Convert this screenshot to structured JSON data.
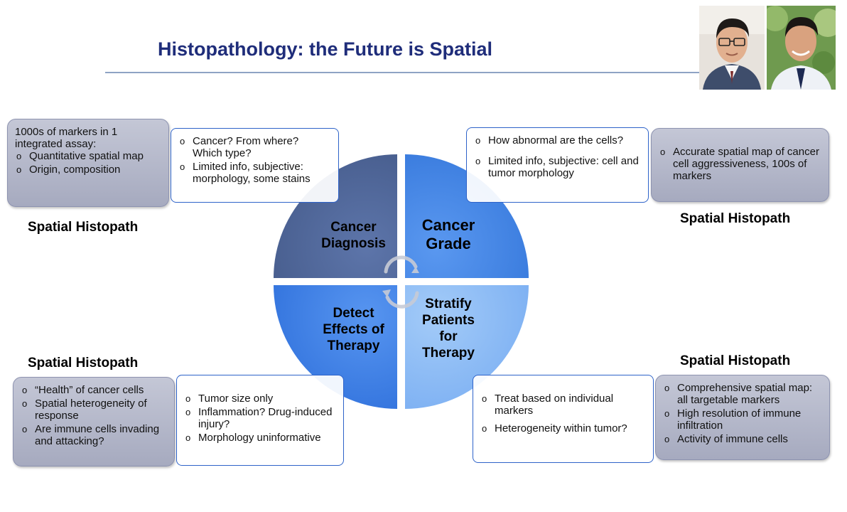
{
  "slide": {
    "title": "Histopathology: the Future is Spatial"
  },
  "photos": {
    "left_icon": "portrait-photo-man-glasses",
    "right_icon": "portrait-photo-man-outdoors"
  },
  "quadrants": {
    "top_left": {
      "label": "Cancer\nDiagnosis",
      "color": "#4f6596"
    },
    "top_right": {
      "label": "Cancer\nGrade",
      "color": "#3f84e6"
    },
    "bottom_left": {
      "label": "Detect\nEffects of\nTherapy",
      "color": "#3a7ee6"
    },
    "bottom_right": {
      "label": "Stratify\nPatients\nfor\nTherapy",
      "color": "#8cbbf5"
    }
  },
  "spatial_label": "Spatial Histopath",
  "boxes": {
    "tl_spatial": {
      "lead": "1000s of markers in 1 integrated assay:",
      "items": [
        "Quantitative  spatial map",
        "Origin, composition"
      ]
    },
    "tl_current": {
      "items": [
        "Cancer? From where? Which type?",
        "Limited info, subjective: morphology, some stains"
      ]
    },
    "tr_current": {
      "items": [
        "How abnormal are the cells?",
        "Limited info, subjective:  cell and tumor morphology"
      ]
    },
    "tr_spatial": {
      "items": [
        "Accurate spatial map of cancer cell aggressiveness, 100s of markers"
      ]
    },
    "bl_spatial": {
      "items": [
        "“Health” of cancer cells",
        "Spatial heterogeneity  of response",
        "Are immune cells invading and attacking?"
      ]
    },
    "bl_current": {
      "items": [
        "Tumor size only",
        "Inflammation?  Drug-induced injury?",
        "Morphology  uninformative"
      ]
    },
    "br_current": {
      "items": [
        "Treat based on individual markers",
        "Heterogeneity within tumor?"
      ]
    },
    "br_spatial": {
      "items": [
        "Comprehensive spatial map: all targetable markers",
        "High resolution  of immune infiltration",
        "Activity of immune cells"
      ]
    }
  }
}
